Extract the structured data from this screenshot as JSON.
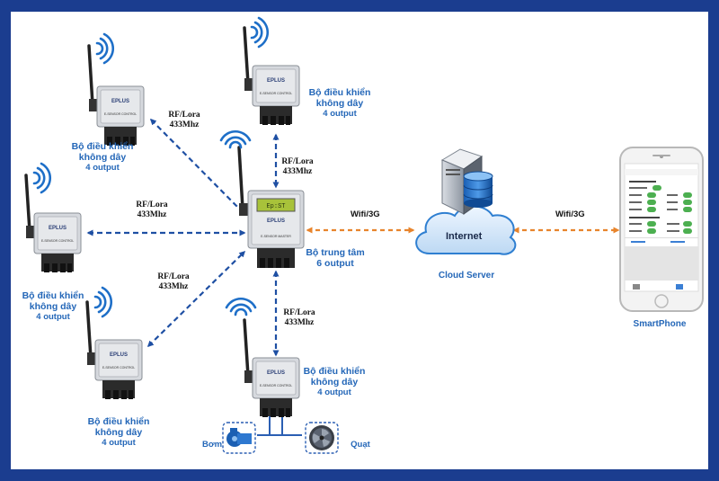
{
  "devices": {
    "top_left": {
      "line1": "Bộ điều khiển",
      "line2": "không dây",
      "line3": "4 output",
      "brand": "EPLUS",
      "model": "E-SENSOR CONTROL"
    },
    "top_center": {
      "line1": "Bộ điều khiển",
      "line2": "không dây",
      "line3": "4 output",
      "brand": "EPLUS",
      "model": "E-SENSOR CONTROL"
    },
    "mid_left": {
      "line1": "Bộ điều khiển",
      "line2": "không dây",
      "line3": "4 output",
      "brand": "EPLUS",
      "model": "E-SENSOR CONTROL"
    },
    "bottom_left": {
      "line1": "Bộ điều khiển",
      "line2": "không dây",
      "line3": "4 output",
      "brand": "EPLUS",
      "model": "E-SENSOR CONTROL"
    },
    "bottom_center": {
      "line1": "Bộ điều khiển",
      "line2": "không dây",
      "line3": "4 output",
      "brand": "EPLUS",
      "model": "E-SENSOR CONTROL"
    },
    "master": {
      "line1": "Bộ trung tâm",
      "line2": "6 output",
      "brand": "EPLUS",
      "model": "E-SENSOR MASTER"
    }
  },
  "links": {
    "rf_line1": "RF/Lora",
    "rf_line2": "433Mhz",
    "wifi": "Wifi/3G"
  },
  "cloud": {
    "internet": "Internet",
    "label": "Cloud Server"
  },
  "phone": {
    "label": "SmartPhone"
  },
  "loads": {
    "pump": "Bơm",
    "fan": "Quạt"
  },
  "colors": {
    "border": "#1b3d8f",
    "rf_link": "#1e4fa3",
    "wifi_link": "#e8842c",
    "label": "#2467b8"
  }
}
